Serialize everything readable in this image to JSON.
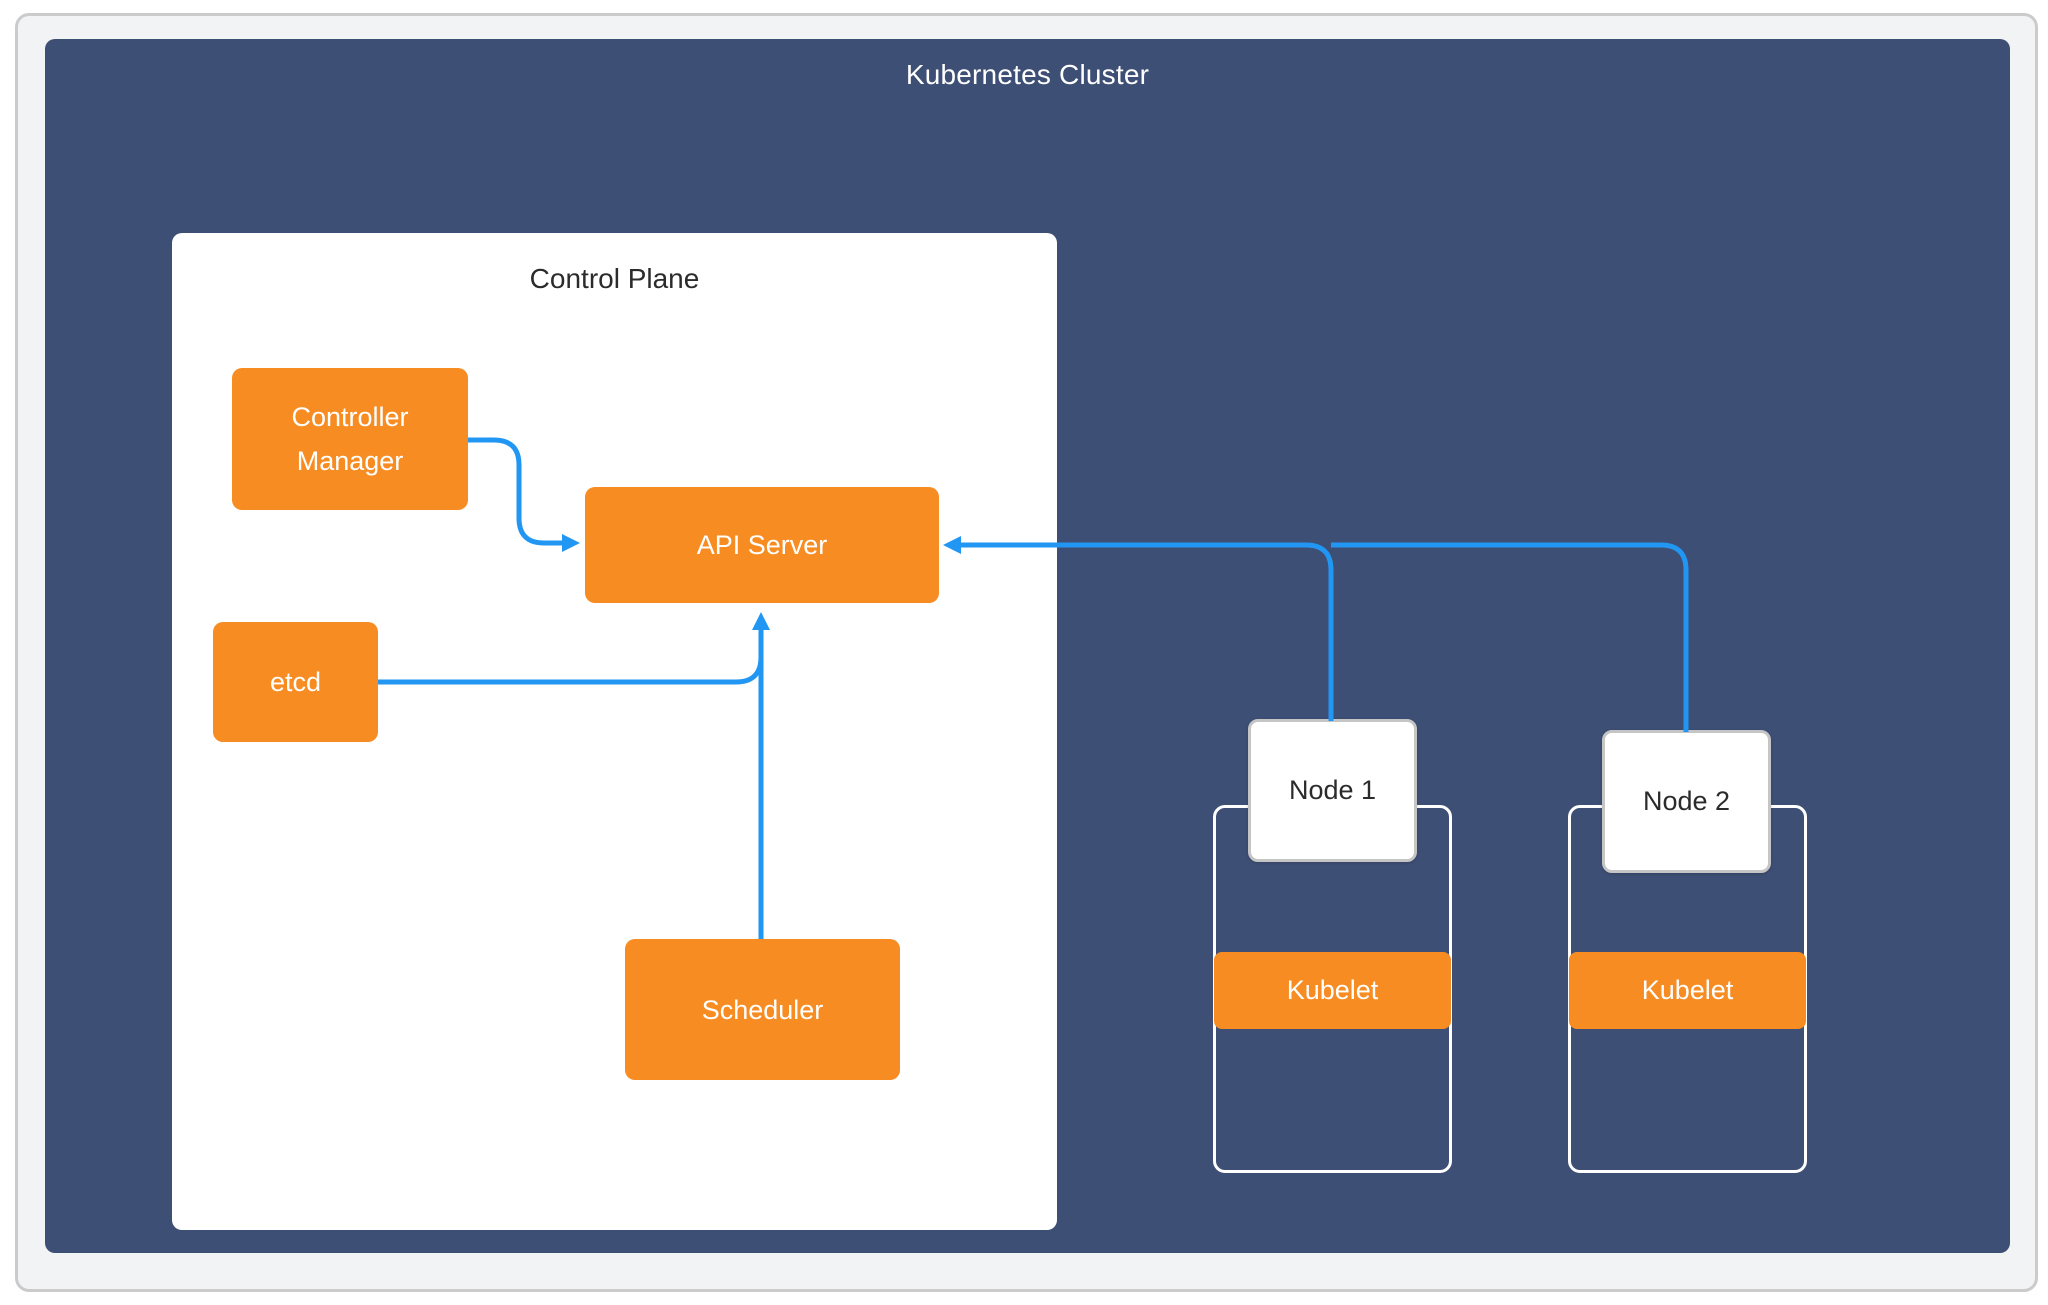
{
  "page": {
    "title": "Kubernetes Cluster"
  },
  "control_plane": {
    "label": "Control Plane",
    "components": {
      "controller_manager": {
        "label": "Controller Manager"
      },
      "api_server": {
        "label": "API Server"
      },
      "etcd": {
        "label": "etcd"
      },
      "scheduler": {
        "label": "Scheduler"
      }
    }
  },
  "nodes": [
    {
      "label": "Node 1",
      "kubelet_label": "Kubelet"
    },
    {
      "label": "Node 2",
      "kubelet_label": "Kubelet"
    }
  ],
  "connections": [
    {
      "from": "Controller Manager",
      "to": "API Server"
    },
    {
      "from": "etcd",
      "to": "API Server"
    },
    {
      "from": "Scheduler",
      "to": "API Server"
    },
    {
      "from": "Node 1",
      "to": "API Server"
    },
    {
      "from": "Node 2",
      "to": "API Server"
    }
  ],
  "colors": {
    "cluster_background": "#3e4f75",
    "component_orange": "#f78c22",
    "connector_blue": "#2196f3",
    "panel_white": "#ffffff",
    "frame_background": "#f2f3f5",
    "frame_border": "#cbcbcb",
    "dark_text": "#2b2b2b"
  }
}
